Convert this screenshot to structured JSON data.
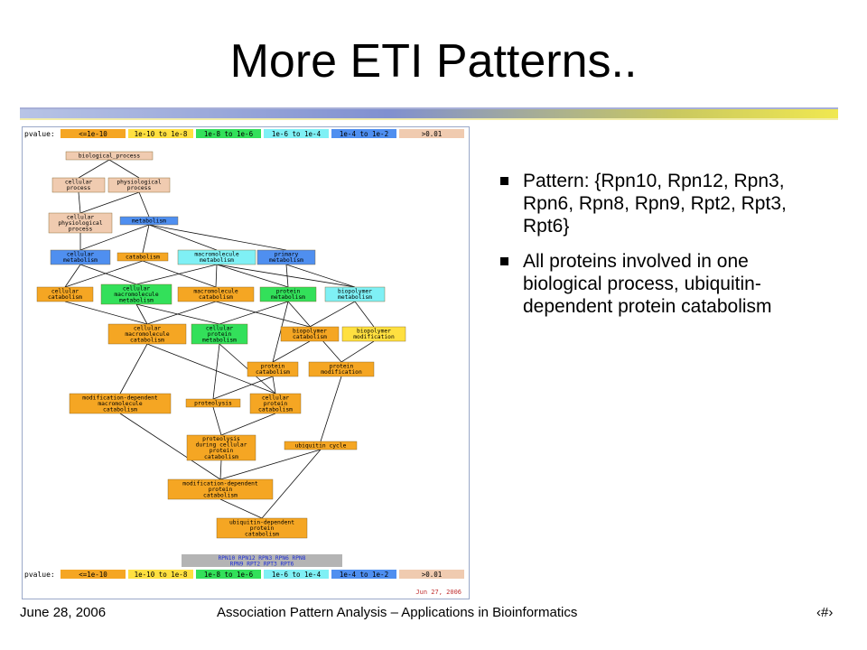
{
  "slide": {
    "title": "More ETI Patterns..",
    "bullets": [
      "Pattern: {Rpn10, Rpn12, Rpn3, Rpn6, Rpn8, Rpn9, Rpt2, Rpt3, Rpt6}",
      "All proteins involved in one biological process, ubiquitin-dependent protein catabolism"
    ],
    "footer": {
      "date": "June 28, 2006",
      "center": "Association Pattern Analysis – Applications in Bioinformatics",
      "page": "‹#›"
    }
  },
  "go_figure": {
    "pvalue_label": "pvalue:",
    "legend": [
      {
        "label": "<=1e-10",
        "color": "#f5a623"
      },
      {
        "label": "1e-10 to 1e-8",
        "color": "#ffe040"
      },
      {
        "label": "1e-8 to 1e-6",
        "color": "#33e05a"
      },
      {
        "label": "1e-6 to 1e-4",
        "color": "#7ff0f5"
      },
      {
        "label": "1e-4 to 1e-2",
        "color": "#4f8ff0"
      },
      {
        "label": ">0.01",
        "color": "#f0cbb0"
      }
    ],
    "nodes": [
      {
        "id": "bp",
        "lines": [
          "biological_process"
        ],
        "color": "#f0cbb0"
      },
      {
        "id": "cp",
        "lines": [
          "cellular",
          "process"
        ],
        "color": "#f0cbb0"
      },
      {
        "id": "pp",
        "lines": [
          "physiological",
          "process"
        ],
        "color": "#f0cbb0"
      },
      {
        "id": "cpp",
        "lines": [
          "cellular",
          "physiological",
          "process"
        ],
        "color": "#f0cbb0"
      },
      {
        "id": "met",
        "lines": [
          "metabolism"
        ],
        "color": "#4f8ff0"
      },
      {
        "id": "cm",
        "lines": [
          "cellular",
          "metabolism"
        ],
        "color": "#4f8ff0"
      },
      {
        "id": "cat",
        "lines": [
          "catabolism"
        ],
        "color": "#f5a623"
      },
      {
        "id": "mm",
        "lines": [
          "macromolecule",
          "metabolism"
        ],
        "color": "#7ff0f5"
      },
      {
        "id": "pm",
        "lines": [
          "primary",
          "metabolism"
        ],
        "color": "#4f8ff0"
      },
      {
        "id": "cc",
        "lines": [
          "cellular",
          "catabolism"
        ],
        "color": "#f5a623"
      },
      {
        "id": "cmm",
        "lines": [
          "cellular",
          "macromolecule",
          "metabolism"
        ],
        "color": "#33e05a"
      },
      {
        "id": "mc",
        "lines": [
          "macromolecule",
          "catabolism"
        ],
        "color": "#f5a623"
      },
      {
        "id": "prm",
        "lines": [
          "protein",
          "metabolism"
        ],
        "color": "#33e05a"
      },
      {
        "id": "bpm",
        "lines": [
          "biopolymer",
          "metabolism"
        ],
        "color": "#7ff0f5"
      },
      {
        "id": "cmc",
        "lines": [
          "cellular",
          "macromolecule",
          "catabolism"
        ],
        "color": "#f5a623"
      },
      {
        "id": "cprm",
        "lines": [
          "cellular",
          "protein",
          "metabolism"
        ],
        "color": "#33e05a"
      },
      {
        "id": "bpc",
        "lines": [
          "biopolymer",
          "catabolism"
        ],
        "color": "#f5a623"
      },
      {
        "id": "bpmod",
        "lines": [
          "biopolymer",
          "modification"
        ],
        "color": "#ffe040"
      },
      {
        "id": "pc",
        "lines": [
          "protein",
          "catabolism"
        ],
        "color": "#f5a623"
      },
      {
        "id": "pmod",
        "lines": [
          "protein",
          "modification"
        ],
        "color": "#f5a623"
      },
      {
        "id": "mdmc",
        "lines": [
          "modification-dependent",
          "macromolecule",
          "catabolism"
        ],
        "color": "#f5a623"
      },
      {
        "id": "prot",
        "lines": [
          "proteolysis"
        ],
        "color": "#f5a623"
      },
      {
        "id": "cpc",
        "lines": [
          "cellular",
          "protein",
          "catabolism"
        ],
        "color": "#f5a623"
      },
      {
        "id": "pdcpc",
        "lines": [
          "proteolysis",
          "during cellular",
          "protein",
          "catabolism"
        ],
        "color": "#f5a623"
      },
      {
        "id": "ucyc",
        "lines": [
          "ubiquitin cycle"
        ],
        "color": "#f5a623"
      },
      {
        "id": "mdpc",
        "lines": [
          "modification-dependent",
          "protein",
          "catabolism"
        ],
        "color": "#f5a623"
      },
      {
        "id": "udpc",
        "lines": [
          "ubiquitin-dependent",
          "protein",
          "catabolism"
        ],
        "color": "#f5a623"
      }
    ],
    "genes": [
      "RPN10 RPN12 RPN3 RPN6 RPN8",
      "RPN9 RPT2 RPT3 RPT6"
    ],
    "date_stamp": "Jun 27, 2006"
  }
}
